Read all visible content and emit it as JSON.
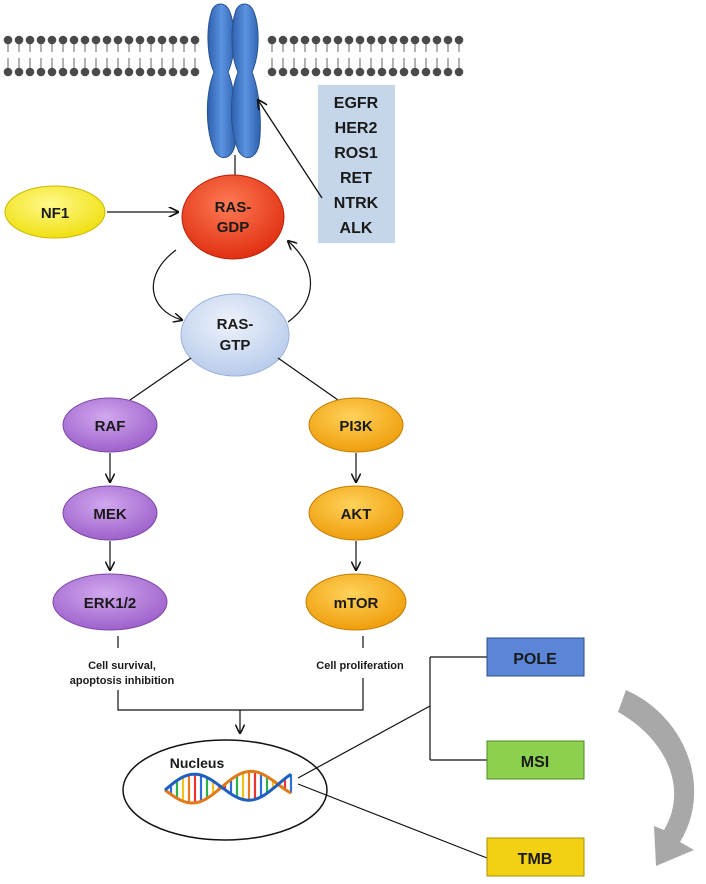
{
  "receptors": [
    "EGFR",
    "HER2",
    "ROS1",
    "RET",
    "NTRK",
    "ALK"
  ],
  "nodes": {
    "nf1": "NF1",
    "ras_gdp": [
      "RAS-",
      "GDP"
    ],
    "ras_gtp": [
      "RAS-",
      "GTP"
    ],
    "raf": "RAF",
    "mek": "MEK",
    "erk": "ERK1/2",
    "pi3k": "PI3K",
    "akt": "AKT",
    "mtor": "mTOR",
    "nucleus": "Nucleus",
    "pole": "POLE",
    "msi": "MSI",
    "tmb": "TMB"
  },
  "labels": {
    "erk_effect": [
      "Cell survival,",
      "apoptosis inhibition"
    ],
    "mtor_effect": "Cell proliferation"
  },
  "colors": {
    "receptor": "#3a73c4",
    "receptor_box": "#c5d5ea",
    "nf1": "#f4ea14",
    "ras_gdp": "#ee3a1a",
    "ras_gtp": "#c9d9f2",
    "mapk": "#a96fd1",
    "pi3k_path": "#f3a80f",
    "pole": "#5b86d8",
    "msi": "#8cd050",
    "tmb": "#f2d115",
    "cycle_arrow": "#a8a8a8"
  }
}
